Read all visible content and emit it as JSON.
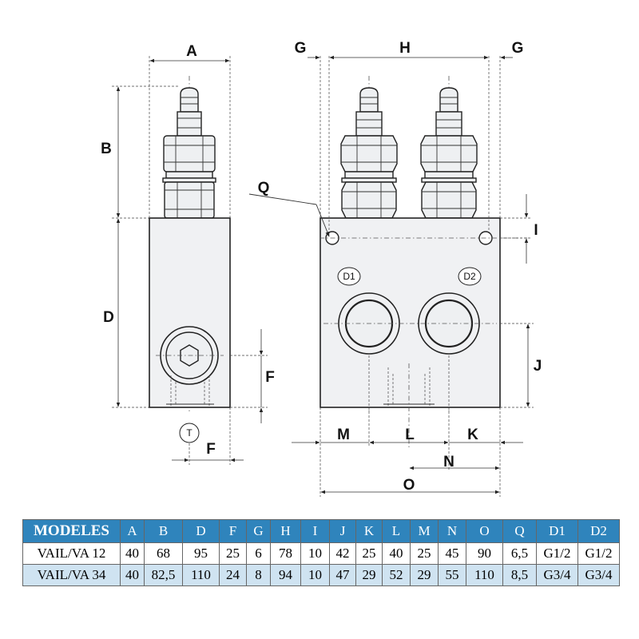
{
  "dimension_labels": {
    "A": "A",
    "B": "B",
    "D": "D",
    "F_side": "F",
    "F_bottom": "F",
    "G_left": "G",
    "G_right": "G",
    "H": "H",
    "Q": "Q",
    "I": "I",
    "J": "J",
    "M": "M",
    "L": "L",
    "K": "K",
    "N": "N",
    "O": "O"
  },
  "port_labels": {
    "T": "T",
    "D1": "D1",
    "D2": "D2"
  },
  "table": {
    "headers": [
      "MODELES",
      "A",
      "B",
      "D",
      "F",
      "G",
      "H",
      "I",
      "J",
      "K",
      "L",
      "M",
      "N",
      "O",
      "Q",
      "D1",
      "D2"
    ],
    "rows": [
      [
        "VAIL/VA 12",
        "40",
        "68",
        "95",
        "25",
        "6",
        "78",
        "10",
        "42",
        "25",
        "40",
        "25",
        "45",
        "90",
        "6,5",
        "G1/2",
        "G1/2"
      ],
      [
        "VAIL/VA 34",
        "40",
        "82,5",
        "110",
        "24",
        "8",
        "94",
        "10",
        "47",
        "29",
        "52",
        "29",
        "55",
        "110",
        "8,5",
        "G3/4",
        "G3/4"
      ]
    ]
  },
  "colors": {
    "header_bg": "#2f84bc",
    "header_text": "#ffffff",
    "row_alt": "#cfe3f1",
    "line": "#222222"
  }
}
